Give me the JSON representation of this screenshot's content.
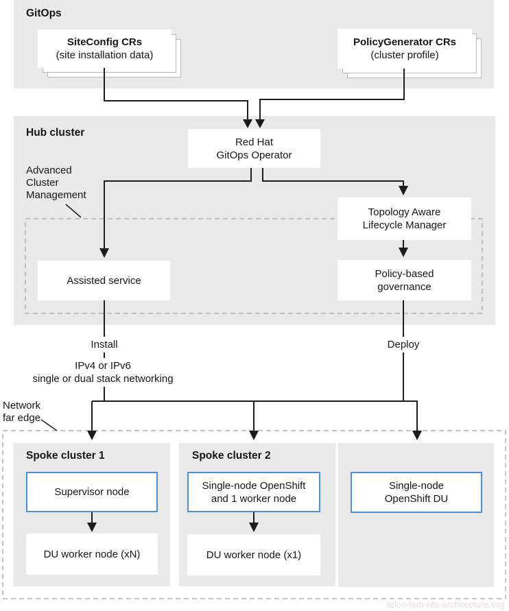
{
  "colors": {
    "panel_gray": "#e9e9e9",
    "line_dark": "#1c1c1c",
    "node_border_blue": "#4a90d9",
    "dashed_border_gray": "#b0b0b0",
    "text": "#151515",
    "watermark": "#ecd9d9"
  },
  "gitops_panel": {
    "title": "GitOps",
    "siteconfig": {
      "title": "SiteConfig CRs",
      "subtitle": "(site installation data)"
    },
    "policygenerator": {
      "title": "PolicyGenerator CRs",
      "subtitle": "(cluster profile)"
    }
  },
  "hub_panel": {
    "title": "Hub cluster",
    "acm_label": "Advanced\nCluster\nManagement",
    "gitops_operator": "Red Hat\nGitOps Operator",
    "talm": "Topology Aware\nLifecycle Manager",
    "assisted_service": "Assisted service",
    "policy_governance": "Policy-based\ngovernance"
  },
  "edge_labels": {
    "install": "Install",
    "networking": "IPv4 or IPv6\nsingle or dual stack networking",
    "deploy": "Deploy"
  },
  "far_edge": {
    "label": "Network\nfar edge",
    "spoke1": {
      "title": "Spoke cluster 1",
      "node1": "Supervisor node",
      "node2": "DU worker node (xN)"
    },
    "spoke2": {
      "title": "Spoke cluster 2",
      "node1": "Single-node OpenShift\nand 1 worker node",
      "node2": "DU worker node (x1)"
    },
    "spoke3": {
      "node1": "Single-node\nOpenShift DU"
    }
  },
  "watermark": "telco-hub-rds-architecture.svg"
}
